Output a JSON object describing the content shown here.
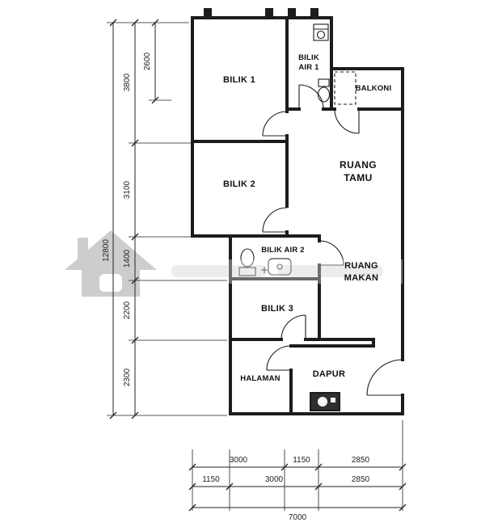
{
  "plan": {
    "rooms": {
      "bilik1": "BILIK 1",
      "bilik_air1_line1": "BILIK",
      "bilik_air1_line2": "AIR 1",
      "balkoni": "BALKONI",
      "ruang_tamu_line1": "RUANG",
      "ruang_tamu_line2": "TAMU",
      "bilik2": "BILIK 2",
      "bilik_air2": "BILIK AIR 2",
      "ruang_makan_line1": "RUANG",
      "ruang_makan_line2": "MAKAN",
      "bilik3": "BILIK 3",
      "halaman": "HALAMAN",
      "dapur": "DAPUR"
    },
    "fixtures": [
      "toilet-icon",
      "sink-icon",
      "washer-icon",
      "kitchen-sink-icon"
    ],
    "watermark_icon": "house-icon"
  },
  "dimensions": {
    "left_total": "12800",
    "left_segments": [
      "3800",
      "3100",
      "1400",
      "2200",
      "2300"
    ],
    "left_sub": "2600",
    "bottom_row1": [
      "3000",
      "1150",
      "2850"
    ],
    "bottom_row2": [
      "1150",
      "3000",
      "2850"
    ],
    "bottom_total": "7000"
  },
  "colors": {
    "wall": "#1c1c1c",
    "dimension": "#222222",
    "watermark": "#c8c8c8"
  }
}
